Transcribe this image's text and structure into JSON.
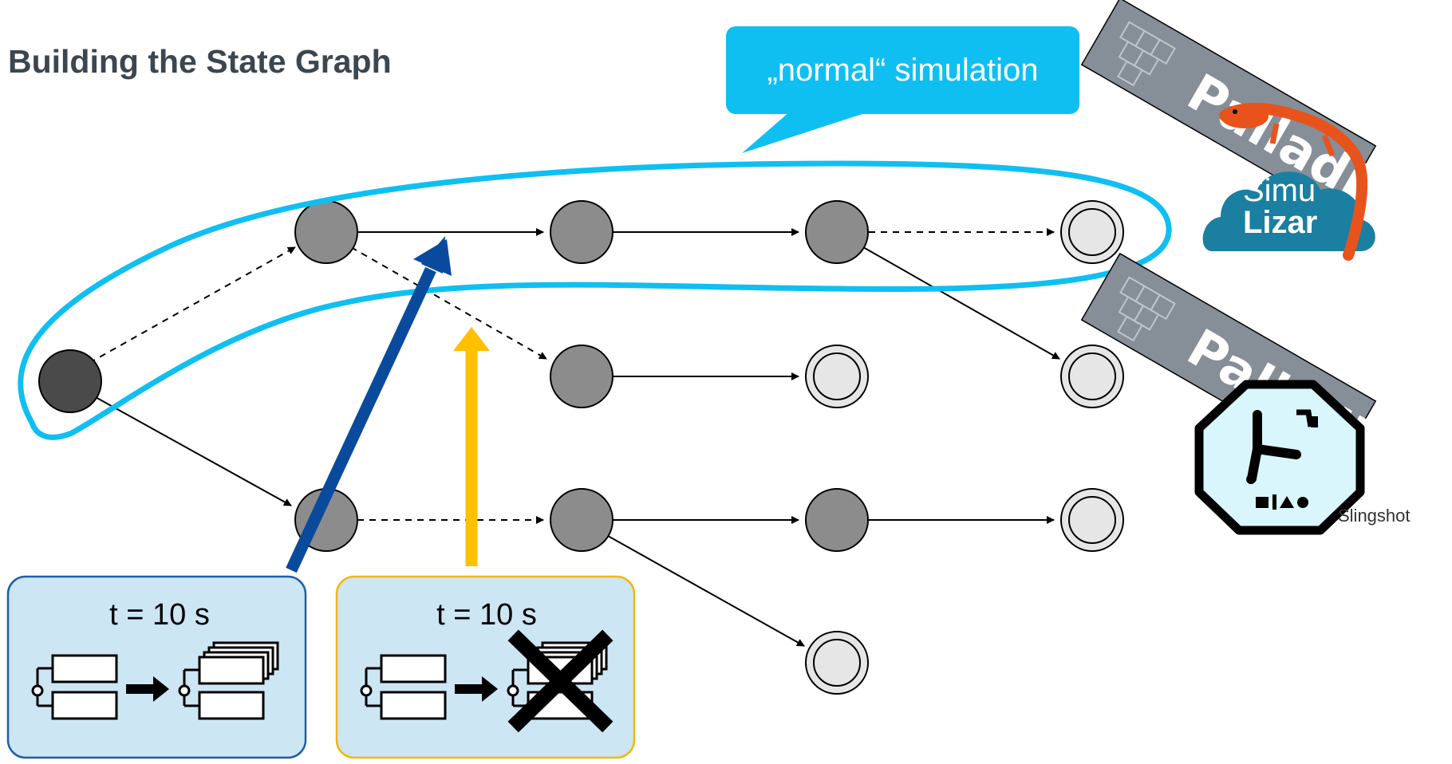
{
  "slide": {
    "title": "Building the State Graph"
  },
  "callout": {
    "text": "„normal“ simulation",
    "color": "#0fbff2"
  },
  "logos": {
    "palladio_top": "Palladio",
    "simulizar_line1": "Simu",
    "simulizar_line2": "Lizar",
    "palladio_bottom": "Palladio",
    "slingshot": "Slingshot"
  },
  "event_boxes": [
    {
      "label": "t = 10 s",
      "border_color": "#1f5ea8",
      "fill": "#cce6f4",
      "arrow_color": "#0a4a9c",
      "outcome": "scale-out"
    },
    {
      "label": "t = 10 s",
      "border_color": "#f2b800",
      "fill": "#cce6f4",
      "arrow_color": "#ffc000",
      "outcome": "rejected"
    }
  ],
  "colors": {
    "start_node": "#4a4a4a",
    "intermediate_node": "#8c8c8c",
    "final_node": "#e6e6e6",
    "highlight_outline": "#0fbff2"
  }
}
